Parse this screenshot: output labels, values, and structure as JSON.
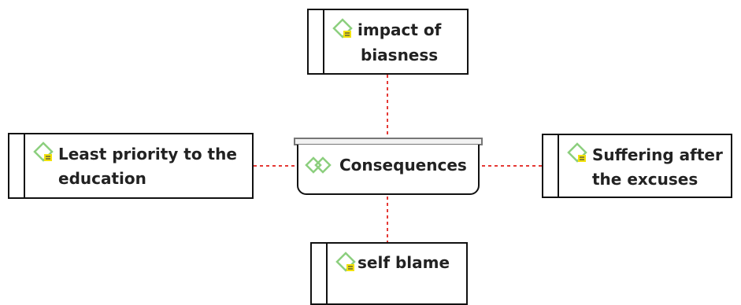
{
  "center": {
    "label": "Consequences",
    "icon": "double-diamond-icon"
  },
  "nodes": {
    "top": {
      "line1": "impact of",
      "line2": "biasness",
      "icon": "code-diamond-icon"
    },
    "left": {
      "line1": "Least priority to the",
      "line2": "education",
      "icon": "code-diamond-icon"
    },
    "right": {
      "line1": "Suffering after",
      "line2": "the excuses",
      "icon": "code-diamond-icon"
    },
    "bottom": {
      "line1": "self blame",
      "icon": "code-diamond-icon"
    }
  },
  "colors": {
    "connector": "#e53935",
    "icon_stroke": "#8ccf7e",
    "icon_badge": "#f2e20c",
    "border": "#111111"
  }
}
